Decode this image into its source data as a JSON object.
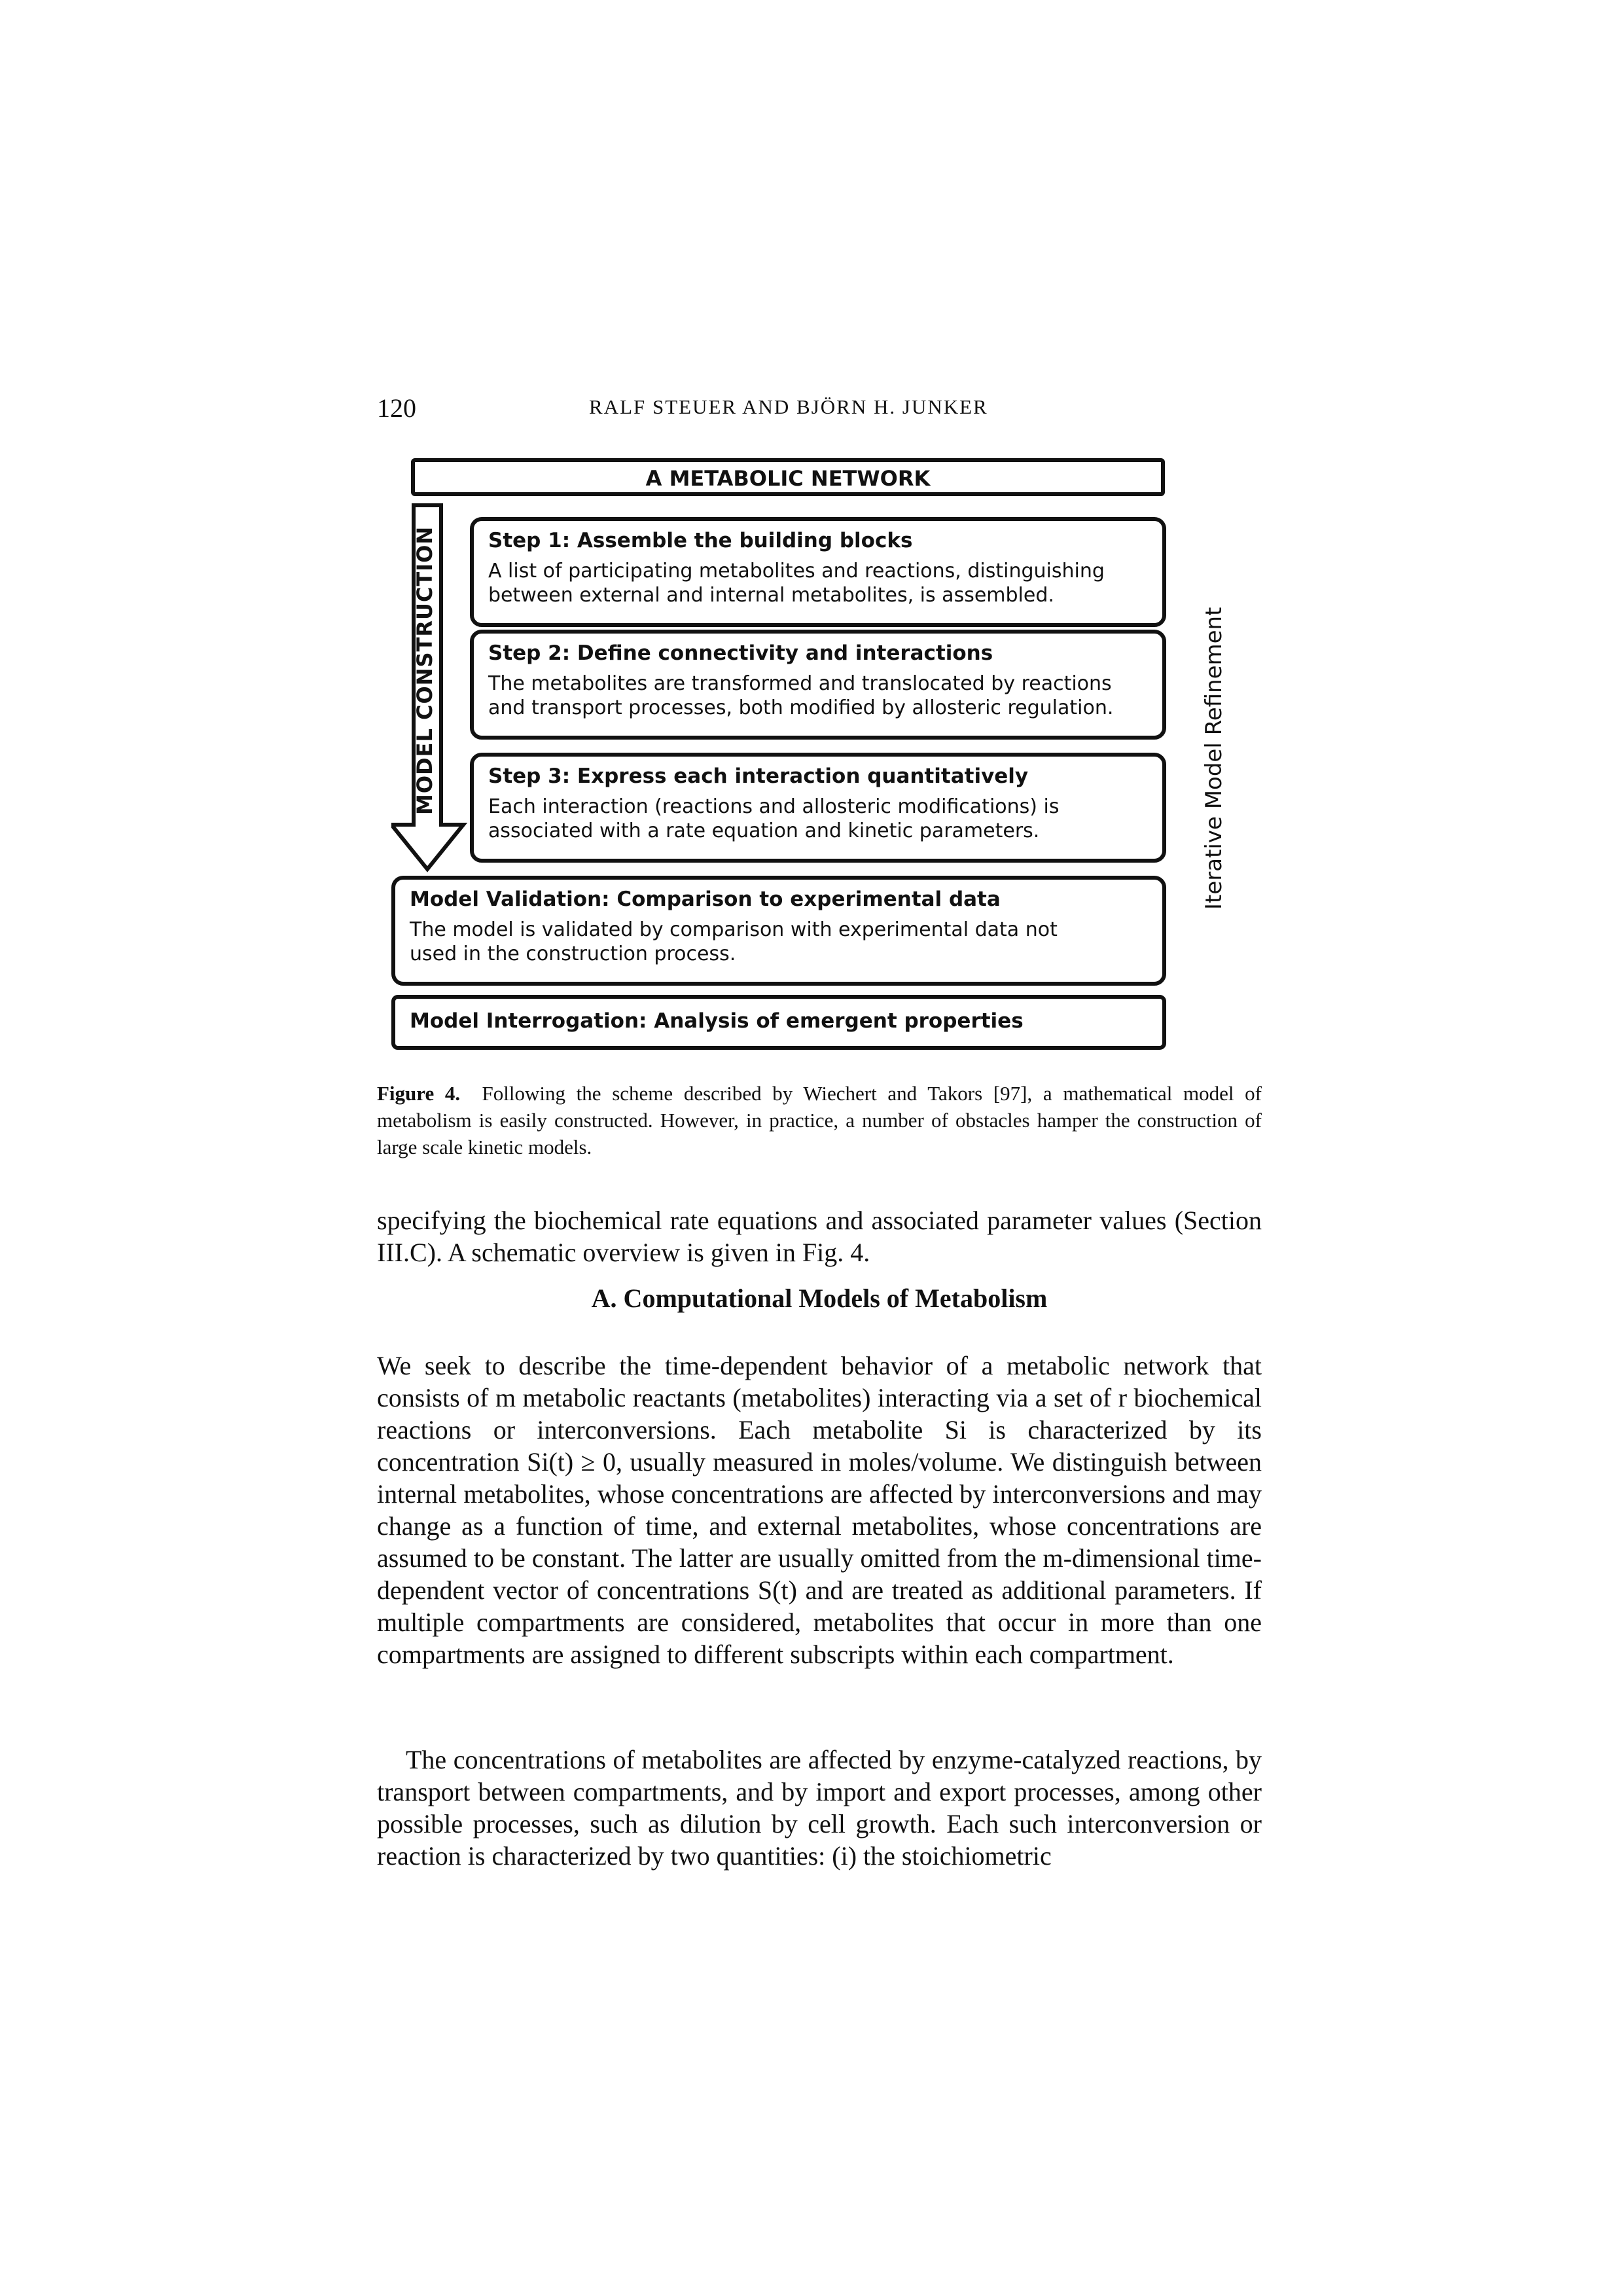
{
  "header": {
    "page_number": "120",
    "running_head": "RALF STEUER AND BJÖRN H. JUNKER"
  },
  "figure": {
    "title": "A METABOLIC NETWORK",
    "left_arrow_label": "MODEL CONSTRUCTION",
    "right_label": "Iterative Model Refinement",
    "steps": [
      {
        "heading": "Step 1: Assemble the building blocks",
        "line1": "A list of participating metabolites and reactions, distinguishing",
        "line2": "between external and internal metabolites, is assembled."
      },
      {
        "heading": "Step 2: Define connectivity and interactions",
        "line1": "The metabolites are transformed and translocated by reactions",
        "line2": "and transport processes, both modified by allosteric regulation."
      },
      {
        "heading": "Step 3: Express each interaction quantitatively",
        "line1": "Each interaction (reactions and allosteric modifications) is",
        "line2": "associated with a rate equation and kinetic parameters."
      }
    ],
    "validation": {
      "heading": "Model Validation: Comparison to experimental data",
      "line1": "The model is validated by comparison with experimental data not",
      "line2": "used in the construction process."
    },
    "interrogation": {
      "heading": "Model Interrogation: Analysis of emergent properties"
    },
    "caption_label": "Figure 4.",
    "caption_text": "Following the scheme described by Wiechert and Takors [97], a mathematical model of metabolism is easily constructed. However, in practice, a number of obstacles hamper the construction of large scale kinetic models."
  },
  "body": {
    "intro_paragraph": "specifying the biochemical rate equations and associated parameter values (Section III.C). A schematic overview is given in Fig. 4.",
    "section_heading": "A.   Computational Models of Metabolism",
    "paragraph1": "We seek to describe the time-dependent behavior of a metabolic network that consists of m metabolic reactants (metabolites) interacting via a set of r biochemical reactions or interconversions. Each metabolite Si is characterized by its concentration Si(t) ≥ 0, usually measured in moles/volume. We distinguish between internal metabolites, whose concentrations are affected by interconversions and may change as a function of time, and external metabolites, whose concentrations are assumed to be constant. The latter are usually omitted from the m-dimensional time-dependent vector of concentrations S(t) and are treated as additional parameters. If multiple compartments are considered, metabolites that occur in more than one compartments are assigned to different subscripts within each compartment.",
    "paragraph2": "The concentrations of metabolites are affected by enzyme-catalyzed reactions, by transport between compartments, and by import and export processes, among other possible processes, such as dilution by cell growth. Each such interconversion or reaction is characterized by two quantities: (i) the stoichiometric"
  }
}
